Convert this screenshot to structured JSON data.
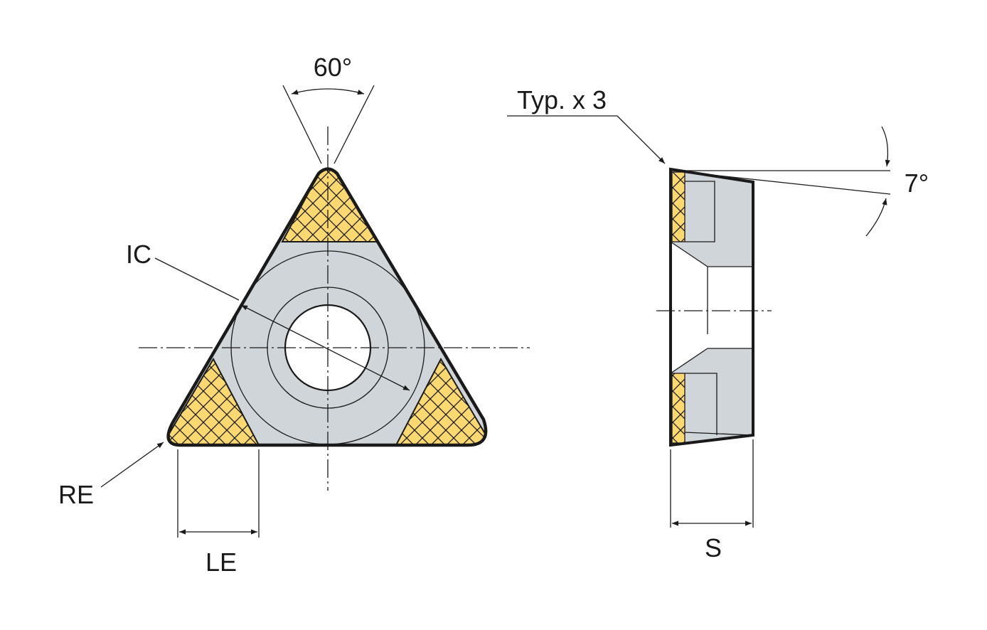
{
  "labels": {
    "angle_top": "60°",
    "ic": "IC",
    "re": "RE",
    "le": "LE",
    "typ": "Typ. x 3",
    "clearance_angle": "7°",
    "thickness": "S"
  },
  "colors": {
    "insert_gray": "#cfd5d8",
    "tip_yellow": "#fcd970",
    "outline": "#1a1a1a"
  }
}
